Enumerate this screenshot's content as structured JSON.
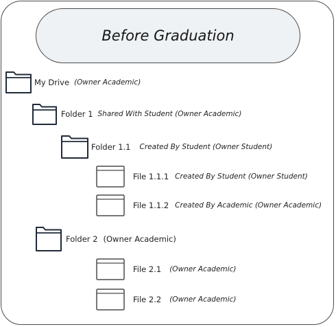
{
  "title": "Before Graduation",
  "tree": {
    "my_drive": {
      "label": "My Drive",
      "note": "(Owner Academic)",
      "icon": "folder-icon"
    },
    "folder_1": {
      "label": "Folder 1",
      "note": "Shared With Student  (Owner Academic)",
      "icon": "folder-icon"
    },
    "folder_1_1": {
      "label": "Folder 1.1",
      "note": "Created By Student (Owner Student)",
      "icon": "folder-icon"
    },
    "file_1_1_1": {
      "label": "File 1.1.1",
      "note": "Created By Student (Owner Student)",
      "icon": "file-icon"
    },
    "file_1_1_2": {
      "label": "File 1.1.2",
      "note": "Created By Academic (Owner Academic)",
      "icon": "file-icon"
    },
    "folder_2": {
      "label": "Folder 2",
      "note": "(Owner Academic)",
      "icon": "folder-icon"
    },
    "file_2_1": {
      "label": "File 2.1",
      "note": "(Owner Academic)",
      "icon": "file-icon"
    },
    "file_2_2": {
      "label": "File 2.2",
      "note": "(Owner Academic)",
      "icon": "file-icon"
    }
  }
}
